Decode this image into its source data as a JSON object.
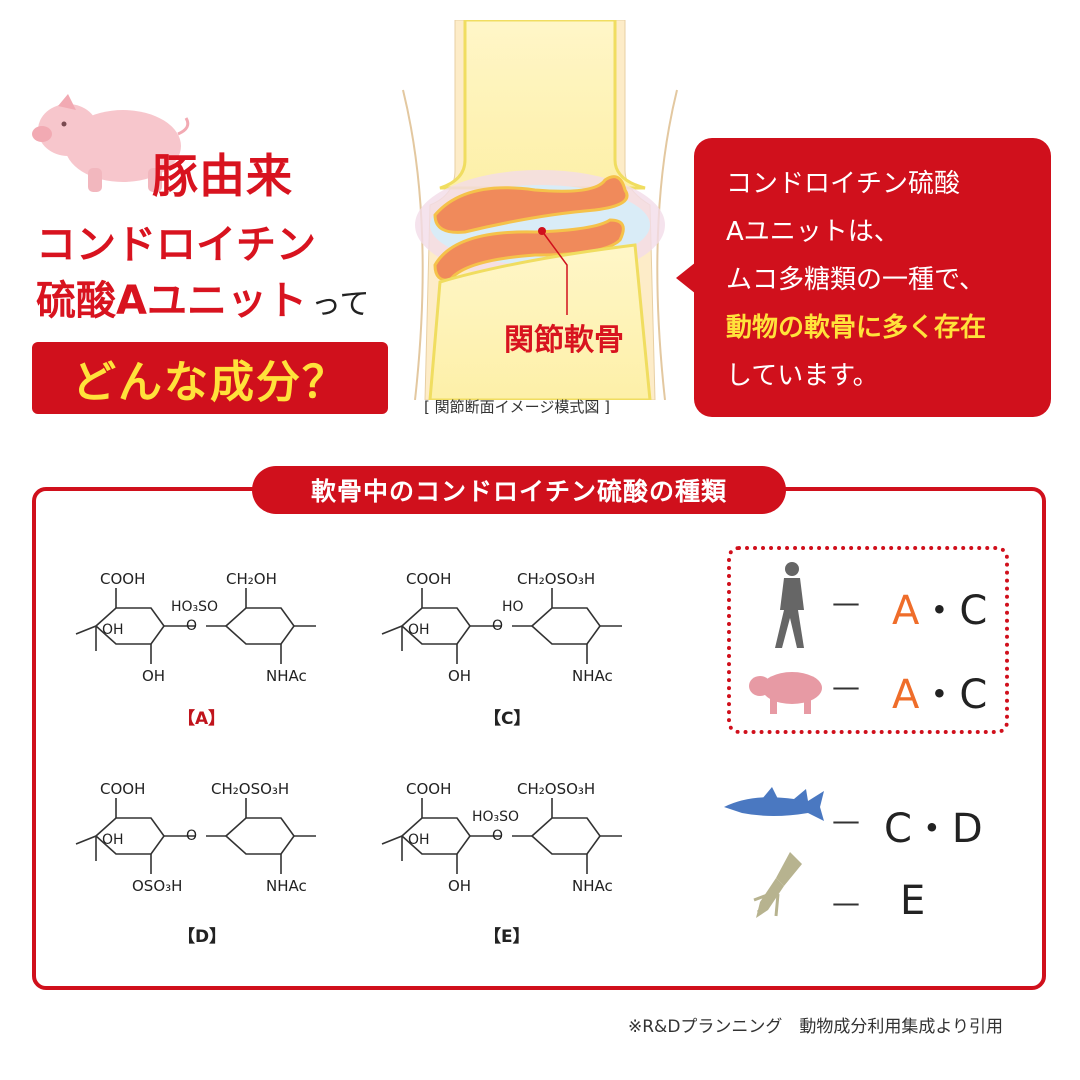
{
  "headline": {
    "line1": "豚由来",
    "line2": "コンドロイチン",
    "line3": "硫酸Aユニット",
    "line3_suffix": "って",
    "banner": "どんな成分？"
  },
  "joint": {
    "label": "関節軟骨",
    "caption": "[ 関節断面イメージ模式図 ]"
  },
  "bubble": {
    "line1": "コンドロイチン硫酸",
    "line2": "Aユニットは、",
    "line3": "ムコ多糖類の一種で、",
    "line4": "動物の軟骨に多く存在",
    "line5": "しています。"
  },
  "section": {
    "title": "軟骨中のコンドロイチン硫酸の種類"
  },
  "molecules": [
    {
      "label": "【A】",
      "top": "COOH",
      "top2": "CH₂OH",
      "link": "HO₃SO",
      "left_oh": "OH",
      "bottom1": "OH",
      "bottom2": "NHAc"
    },
    {
      "label": "【C】",
      "top": "COOH",
      "top2": "CH₂OSO₃H",
      "link": "HO",
      "left_oh": "OH",
      "bottom1": "OH",
      "bottom2": "NHAc"
    },
    {
      "label": "【D】",
      "top": "COOH",
      "top2": "CH₂OSO₃H",
      "link": "",
      "left_oh": "OH",
      "bottom1": "OSO₃H",
      "bottom2": "NHAc"
    },
    {
      "label": "【E】",
      "top": "COOH",
      "top2": "CH₂OSO₃H",
      "link": "HO₃SO",
      "left_oh": "OH",
      "bottom1": "OH",
      "bottom2": "NHAc"
    }
  ],
  "species": [
    {
      "icon": "human-icon",
      "dash": "—",
      "type_a": "A",
      "type_rest": "・C"
    },
    {
      "icon": "pig-icon",
      "dash": "—",
      "type_a": "A",
      "type_rest": "・C"
    },
    {
      "icon": "shark-icon",
      "dash": "—",
      "type_a": "",
      "type_rest": "C・D"
    },
    {
      "icon": "squid-icon",
      "dash": "—",
      "type_a": "",
      "type_rest": "E"
    }
  ],
  "footnote": "※R&Dプランニング　動物成分利用集成より引用",
  "colors": {
    "red": "#d0101c",
    "yellow": "#ffe23b",
    "orange": "#ef6d2a"
  }
}
